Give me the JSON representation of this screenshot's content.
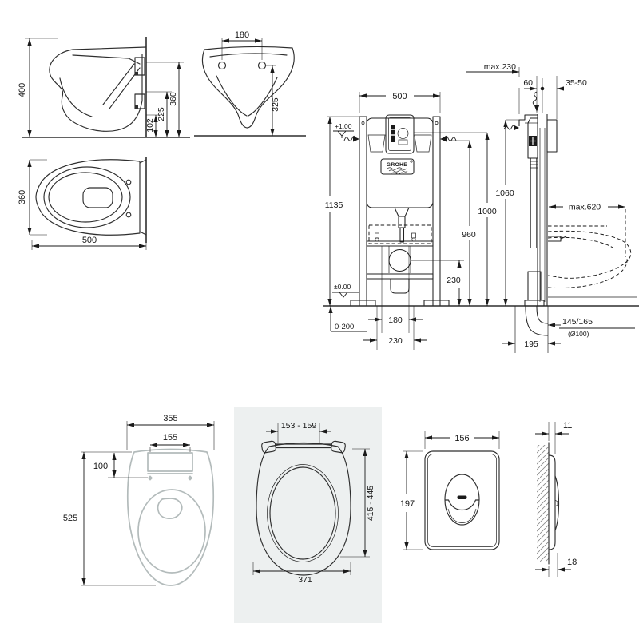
{
  "colors": {
    "line": "#1a1a1a",
    "ceramic": "#2e2e2e",
    "ceramic_light": "#b3bbbb",
    "panel_bg": "#edf0f0"
  },
  "pan_side_view": {
    "height": "400",
    "drain_height": "102",
    "rim_rear": "225",
    "rear_height": "360"
  },
  "pan_front_view": {
    "bolt_spacing": "180",
    "height": "325"
  },
  "pan_top_view": {
    "width": "360",
    "depth": "500"
  },
  "frame_front_view": {
    "width": "500",
    "supply_level": "+1.00",
    "frame_height": "1135",
    "floor_level": "±0.00",
    "foot_adjustment": "0-200",
    "bolt_spacing": "180",
    "fixing_spacing": "230",
    "outlet_height": "230",
    "brand_logo": "GROHE"
  },
  "install_heights": {
    "supply": "960",
    "flush_bend": "1000",
    "frame_top": "1060"
  },
  "frame_side_view": {
    "max_depth": "max.230",
    "top_offset": "60",
    "wall_finish": "35-50",
    "max_reach": "max.620",
    "drain_offset": "145/165",
    "drain_diameter": "(Ø100)",
    "drain_distance": "195"
  },
  "seat_top_view": {
    "width": "355",
    "hinge_spacing": "155",
    "hinge_depth": "100",
    "depth": "525"
  },
  "seat_detail_view": {
    "hinge_spacing": "153 - 159",
    "depth_range": "415 - 445",
    "width": "371"
  },
  "flush_plate_front": {
    "width": "156",
    "height": "197"
  },
  "flush_plate_side": {
    "top_depth": "11",
    "bottom_depth": "18"
  }
}
